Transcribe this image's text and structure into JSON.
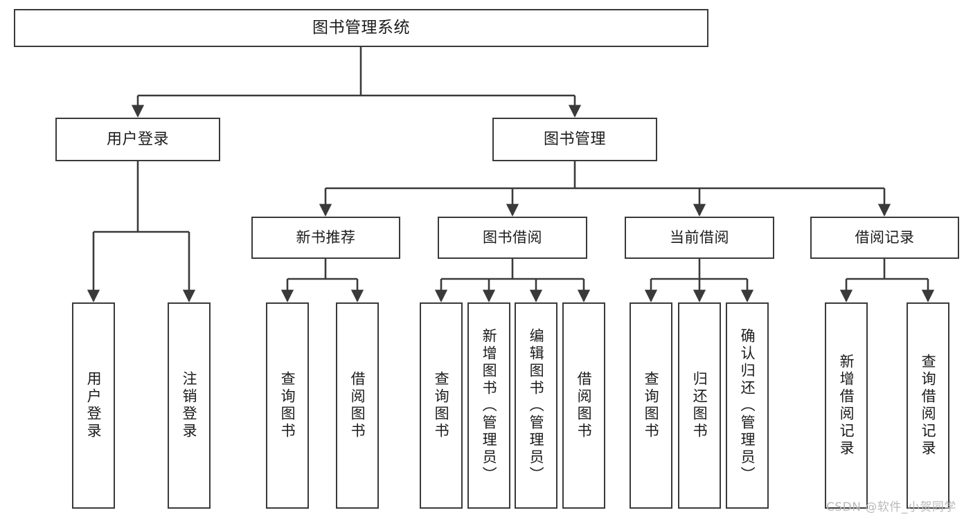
{
  "diagram": {
    "title": "图书管理系统",
    "type": "hierarchy-tree",
    "colors": {
      "stroke": "#3a3a3a",
      "fill": "#ffffff",
      "text": "#1b1b1b",
      "watermark": "#b9b9b9"
    },
    "root": {
      "label": "图书管理系统"
    },
    "level2": [
      {
        "label": "用户登录"
      },
      {
        "label": "图书管理"
      }
    ],
    "level3": [
      {
        "label": "新书推荐"
      },
      {
        "label": "图书借阅"
      },
      {
        "label": "当前借阅"
      },
      {
        "label": "借阅记录"
      }
    ],
    "leaves": [
      {
        "label": "用户登录",
        "parent": "用户登录"
      },
      {
        "label": "注销登录",
        "parent": "用户登录"
      },
      {
        "label": "查询图书",
        "parent": "新书推荐"
      },
      {
        "label": "借阅图书",
        "parent": "新书推荐"
      },
      {
        "label": "查询图书",
        "parent": "图书借阅"
      },
      {
        "label": "新增图书（管理员）",
        "parent": "图书借阅"
      },
      {
        "label": "编辑图书（管理员）",
        "parent": "图书借阅"
      },
      {
        "label": "借阅图书",
        "parent": "图书借阅"
      },
      {
        "label": "查询图书",
        "parent": "当前借阅"
      },
      {
        "label": "归还图书",
        "parent": "当前借阅"
      },
      {
        "label": "确认归还（管理员）",
        "parent": "当前借阅"
      },
      {
        "label": "新增借阅记录",
        "parent": "借阅记录"
      },
      {
        "label": "查询借阅记录",
        "parent": "借阅记录"
      }
    ],
    "watermark": "CSDN @软件_小贺同学"
  }
}
